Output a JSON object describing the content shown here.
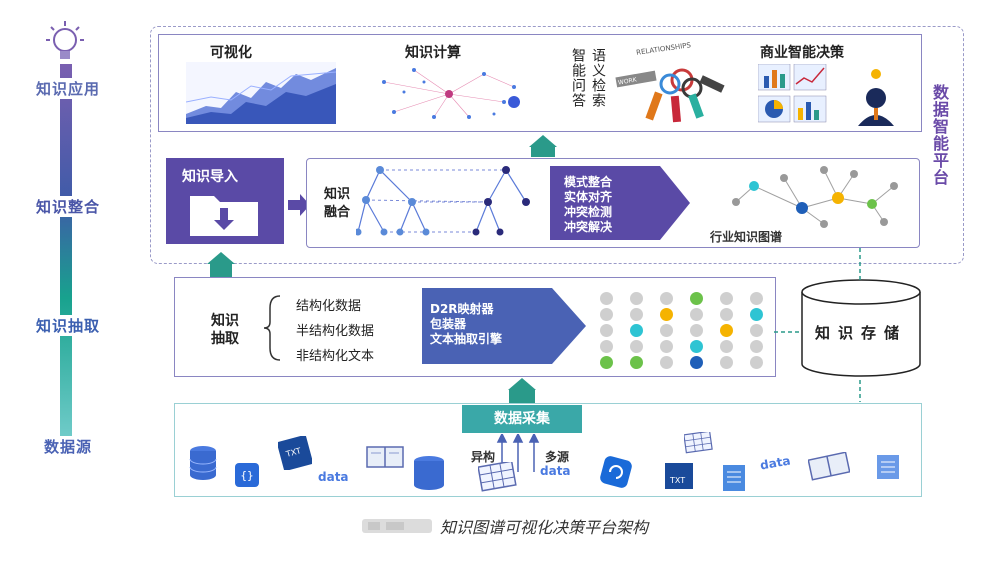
{
  "left_axis": {
    "labels": [
      "知识应用",
      "知识整合",
      "知识抽取",
      "数据源"
    ],
    "label_colors": [
      "#5a6ab0",
      "#4a56a8",
      "#3b5fb0",
      "#4a62b4"
    ]
  },
  "platform": {
    "side_label": "数据智能平台",
    "apps": {
      "visualization": "可视化",
      "computing": "知识计算",
      "qa_chars": "智能问答",
      "search_chars": "语义检索",
      "relationships": "RELATIONSHIPS",
      "work": "WORK",
      "bi": "商业智能决策"
    },
    "integration": {
      "import_label": "知识导入",
      "fusion_label": "知识融合",
      "steps": [
        "模式整合",
        "实体对齐",
        "冲突检测",
        "冲突解决"
      ],
      "industry_graph": "行业知识图谱"
    }
  },
  "extraction": {
    "label": "知识抽取",
    "types": [
      "结构化数据",
      "半结构化数据",
      "非结构化文本"
    ],
    "tools": [
      "D2R映射器",
      "包装器",
      "文本抽取引擎"
    ],
    "grid_colors": [
      [
        "#cfcfcf",
        "#cfcfcf",
        "#cfcfcf",
        "#6cc24a",
        "#cfcfcf",
        "#cfcfcf"
      ],
      [
        "#cfcfcf",
        "#cfcfcf",
        "#f5b301",
        "#cfcfcf",
        "#cfcfcf",
        "#2ec4d3"
      ],
      [
        "#cfcfcf",
        "#2ec4d3",
        "#cfcfcf",
        "#cfcfcf",
        "#f5b301",
        "#cfcfcf"
      ],
      [
        "#cfcfcf",
        "#cfcfcf",
        "#cfcfcf",
        "#2ec4d3",
        "#cfcfcf",
        "#cfcfcf"
      ],
      [
        "#6cc24a",
        "#6cc24a",
        "#cfcfcf",
        "#1f5fb8",
        "#cfcfcf",
        "#cfcfcf"
      ]
    ]
  },
  "storage": {
    "label": "知识存储"
  },
  "datasource": {
    "collect_label": "数据采集",
    "heterogeneous": "异构",
    "multi_source": "多源",
    "data_word": "data",
    "txt": "TXT"
  },
  "caption": "知识图谱可视化决策平台架构",
  "colors": {
    "accent_purple": "#5a4aa6",
    "accent_teal": "#2a9a8a",
    "accent_blue": "#3b5fb0"
  }
}
